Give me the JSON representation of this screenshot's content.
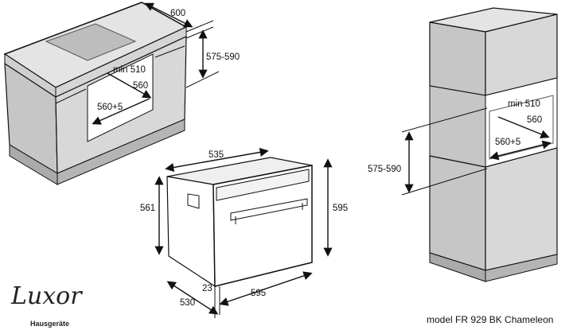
{
  "diagram": {
    "title": "Oven installation dimensions",
    "under_counter": {
      "width": "600",
      "niche_height": "575-590",
      "min_depth": "min 510",
      "depth": "560",
      "niche_width": "560+5"
    },
    "oven": {
      "top_depth": "535",
      "side_height": "561",
      "front_height": "595",
      "front_width": "595",
      "body_depth": "530",
      "panel_thickness": "23"
    },
    "tall_cabinet": {
      "min_depth": "min 510",
      "depth": "560",
      "niche_width": "560+5",
      "niche_height": "575-590"
    },
    "brand": {
      "name": "Luxor",
      "sub": "Hausgeräte"
    },
    "model": "model FR 929 BK Chameleon",
    "colors": {
      "cabinet_side": "#c8c8c8",
      "cabinet_front": "#d9d9d9",
      "cabinet_top": "#e4e4e4",
      "oven_front": "#ffffff"
    }
  }
}
